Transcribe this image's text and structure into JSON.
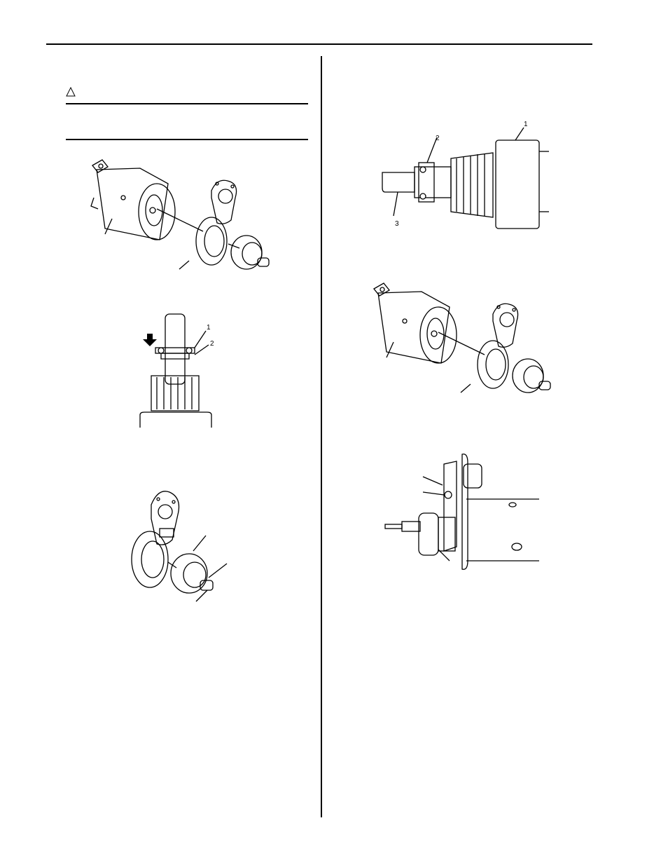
{
  "icons": {
    "caution": "caution-triangle-icon"
  },
  "figures": {
    "shaft_cross_section_right": {
      "callouts": [
        "1",
        "2",
        "3"
      ]
    },
    "shaft_lock_ring": {
      "callouts": [
        "1",
        "2"
      ]
    }
  },
  "colors": {
    "ink": "#000000",
    "paper": "#ffffff"
  }
}
